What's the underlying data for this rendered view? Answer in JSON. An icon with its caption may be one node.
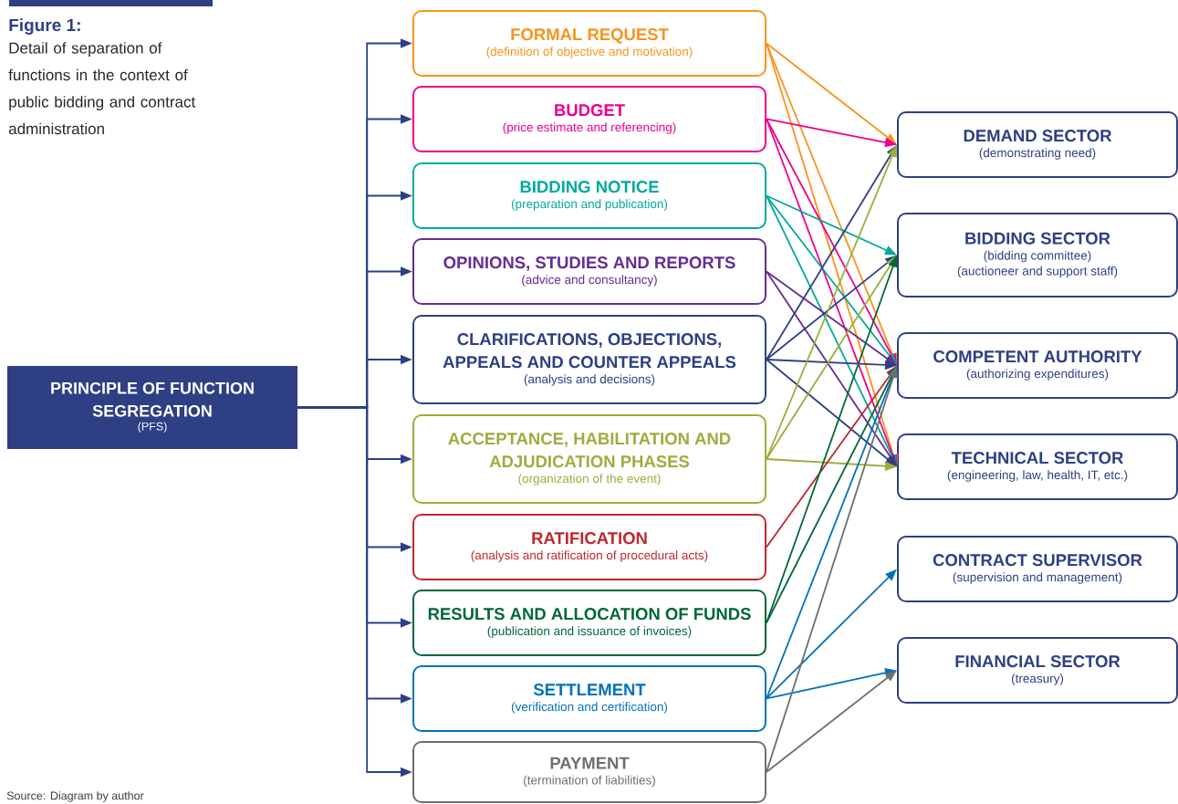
{
  "diagram": {
    "title": "Figure 1:",
    "caption": "Detail of separation of functions in the context of public bidding and contract administration",
    "nodes": [
      {
        "text": [
          "PRINCIPLE OF FUNCTION SEGREGATION",
          "(PFS)"
        ]
      },
      {
        "text": [
          "FORMAL REQUEST",
          "(definition of objective and motivation)"
        ]
      },
      {
        "text": [
          "BUDGET",
          "(price estimate and referencing)"
        ]
      },
      {
        "text": [
          "BIDDING NOTICE",
          "(preparation and publication)"
        ]
      },
      {
        "text": [
          "OPINIONS, STUDIES AND REPORTS",
          "(advice and consultancy)"
        ]
      },
      {
        "text": [
          "CLARIFICATIONS, OBJECTIONS, APPEALS AND COUNTER APPEALS",
          "(analysis and decisions)"
        ]
      },
      {
        "text": [
          "ACCEPTANCE, HABILITATION AND ADJUDICATION PHASES",
          "(organization of the event)"
        ]
      },
      {
        "text": [
          "RATIFICATION",
          "(analysis and ratification of procedural acts)"
        ]
      },
      {
        "text": [
          "RESULTS AND ALLOCATION OF FUNDS",
          "(publication and issuance of invoices)"
        ]
      },
      {
        "text": [
          "SETTLEMENT",
          "(verification and certification)"
        ]
      },
      {
        "text": [
          "PAYMENT",
          "(termination of liabilities)"
        ]
      },
      {
        "text": [
          "DEMAND SECTOR",
          "(demonstrating need)"
        ]
      },
      {
        "text": [
          "BIDDING SECTOR",
          "(bidding committee)",
          "(auctioneer and support staff)"
        ]
      },
      {
        "text": [
          "COMPETENT AUTHORITY",
          "(authorizing expenditures)"
        ]
      },
      {
        "text": [
          "TECHNICAL SECTOR",
          "(engineering, law, health, IT, etc.)"
        ]
      },
      {
        "text": [
          "CONTRACT SUPERVISOR",
          "(supervision and management)"
        ]
      },
      {
        "text": [
          "FINANCIAL SECTOR",
          "(treasury)"
        ]
      }
    ],
    "edges": [
      {
        "from": 0,
        "to": 1,
        "arrow": "to"
      },
      {
        "from": 0,
        "to": 2,
        "arrow": "to"
      },
      {
        "from": 0,
        "to": 3,
        "arrow": "to"
      },
      {
        "from": 0,
        "to": 4,
        "arrow": "to"
      },
      {
        "from": 0,
        "to": 5,
        "arrow": "to"
      },
      {
        "from": 0,
        "to": 6,
        "arrow": "to"
      },
      {
        "from": 0,
        "to": 7,
        "arrow": "to"
      },
      {
        "from": 0,
        "to": 8,
        "arrow": "to"
      },
      {
        "from": 0,
        "to": 9,
        "arrow": "to"
      },
      {
        "from": 0,
        "to": 10,
        "arrow": "to"
      },
      {
        "from": 1,
        "to": 11,
        "arrow": "to",
        "color": "#f7941d"
      },
      {
        "from": 1,
        "to": 13,
        "arrow": "to",
        "color": "#f7941d"
      },
      {
        "from": 1,
        "to": 14,
        "arrow": "to",
        "color": "#f7941d"
      },
      {
        "from": 2,
        "to": 11,
        "arrow": "to",
        "color": "#ec008c"
      },
      {
        "from": 2,
        "to": 13,
        "arrow": "to",
        "color": "#ec008c"
      },
      {
        "from": 2,
        "to": 14,
        "arrow": "to",
        "color": "#ec008c"
      },
      {
        "from": 3,
        "to": 12,
        "arrow": "to",
        "color": "#00a99d"
      },
      {
        "from": 3,
        "to": 13,
        "arrow": "to",
        "color": "#00a99d"
      },
      {
        "from": 3,
        "to": 14,
        "arrow": "to",
        "color": "#00a99d"
      },
      {
        "from": 4,
        "to": 13,
        "arrow": "to",
        "color": "#662d91"
      },
      {
        "from": 4,
        "to": 14,
        "arrow": "to",
        "color": "#662d91"
      },
      {
        "from": 5,
        "to": 11,
        "arrow": "to"
      },
      {
        "from": 5,
        "to": 12,
        "arrow": "to"
      },
      {
        "from": 5,
        "to": 13,
        "arrow": "to"
      },
      {
        "from": 5,
        "to": 14,
        "arrow": "to"
      },
      {
        "from": 6,
        "to": 11,
        "arrow": "to",
        "color": "#9aae3c"
      },
      {
        "from": 6,
        "to": 12,
        "arrow": "to",
        "color": "#9aae3c"
      },
      {
        "from": 6,
        "to": 14,
        "arrow": "to",
        "color": "#9aae3c"
      },
      {
        "from": 7,
        "to": 13,
        "arrow": "to",
        "color": "#c1272d"
      },
      {
        "from": 8,
        "to": 12,
        "arrow": "to",
        "color": "#006837"
      },
      {
        "from": 8,
        "to": 13,
        "arrow": "to",
        "color": "#006837"
      },
      {
        "from": 9,
        "to": 13,
        "arrow": "to",
        "color": "#0072bc"
      },
      {
        "from": 9,
        "to": 15,
        "arrow": "to",
        "color": "#0072bc"
      },
      {
        "from": 9,
        "to": 16,
        "arrow": "to",
        "color": "#0072bc"
      },
      {
        "from": 10,
        "to": 13,
        "arrow": "to",
        "color": "#6d6e71"
      },
      {
        "from": 10,
        "to": 16,
        "arrow": "to",
        "color": "#6d6e71"
      }
    ],
    "labels": [
      "Source: Diagram by author"
    ]
  }
}
